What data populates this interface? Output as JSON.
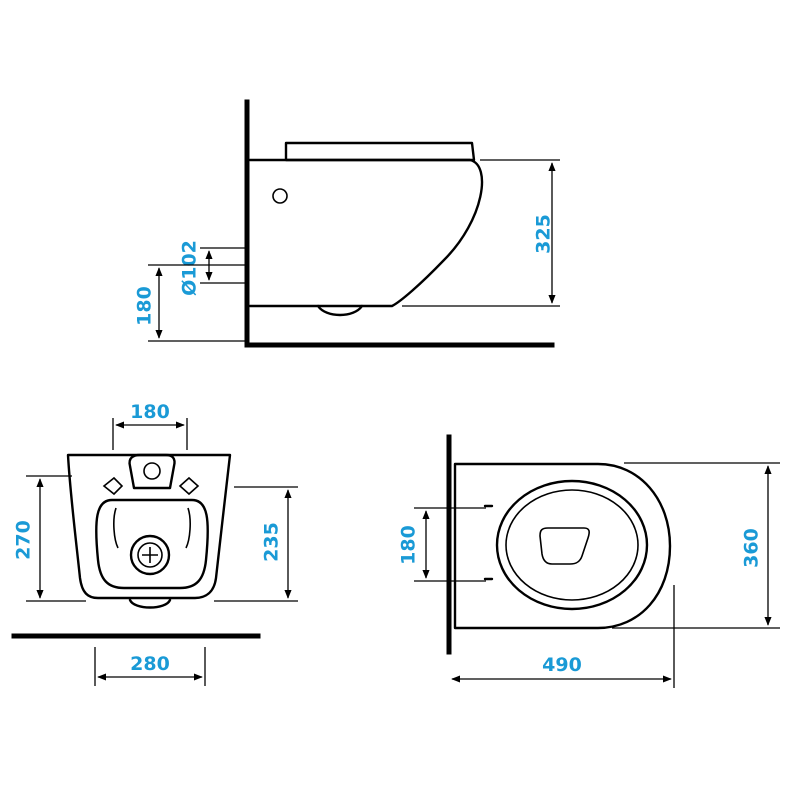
{
  "colors": {
    "line": "#000000",
    "dimension_text": "#1a9ad6",
    "background": "#ffffff"
  },
  "side_view": {
    "height_label": "325",
    "pipe_diameter_label": "Ø102",
    "outlet_height_label": "180"
  },
  "front_view": {
    "top_width_label": "180",
    "left_height_label": "270",
    "right_height_label": "235",
    "bottom_width_label": "280"
  },
  "top_view": {
    "bolt_spacing_label": "180",
    "width_label": "360",
    "length_label": "490"
  }
}
